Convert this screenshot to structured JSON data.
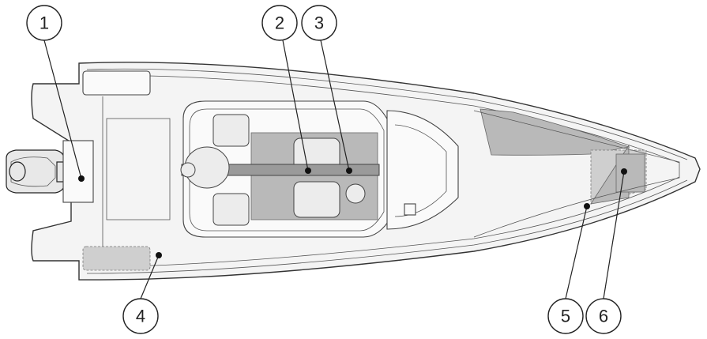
{
  "callouts": [
    {
      "id": "1",
      "label": "1"
    },
    {
      "id": "2",
      "label": "2"
    },
    {
      "id": "3",
      "label": "3"
    },
    {
      "id": "4",
      "label": "4"
    },
    {
      "id": "5",
      "label": "5"
    },
    {
      "id": "6",
      "label": "6"
    }
  ],
  "colors": {
    "shaded_zone": "#b9b9b9",
    "outline": "#333333",
    "background": "#ffffff"
  }
}
